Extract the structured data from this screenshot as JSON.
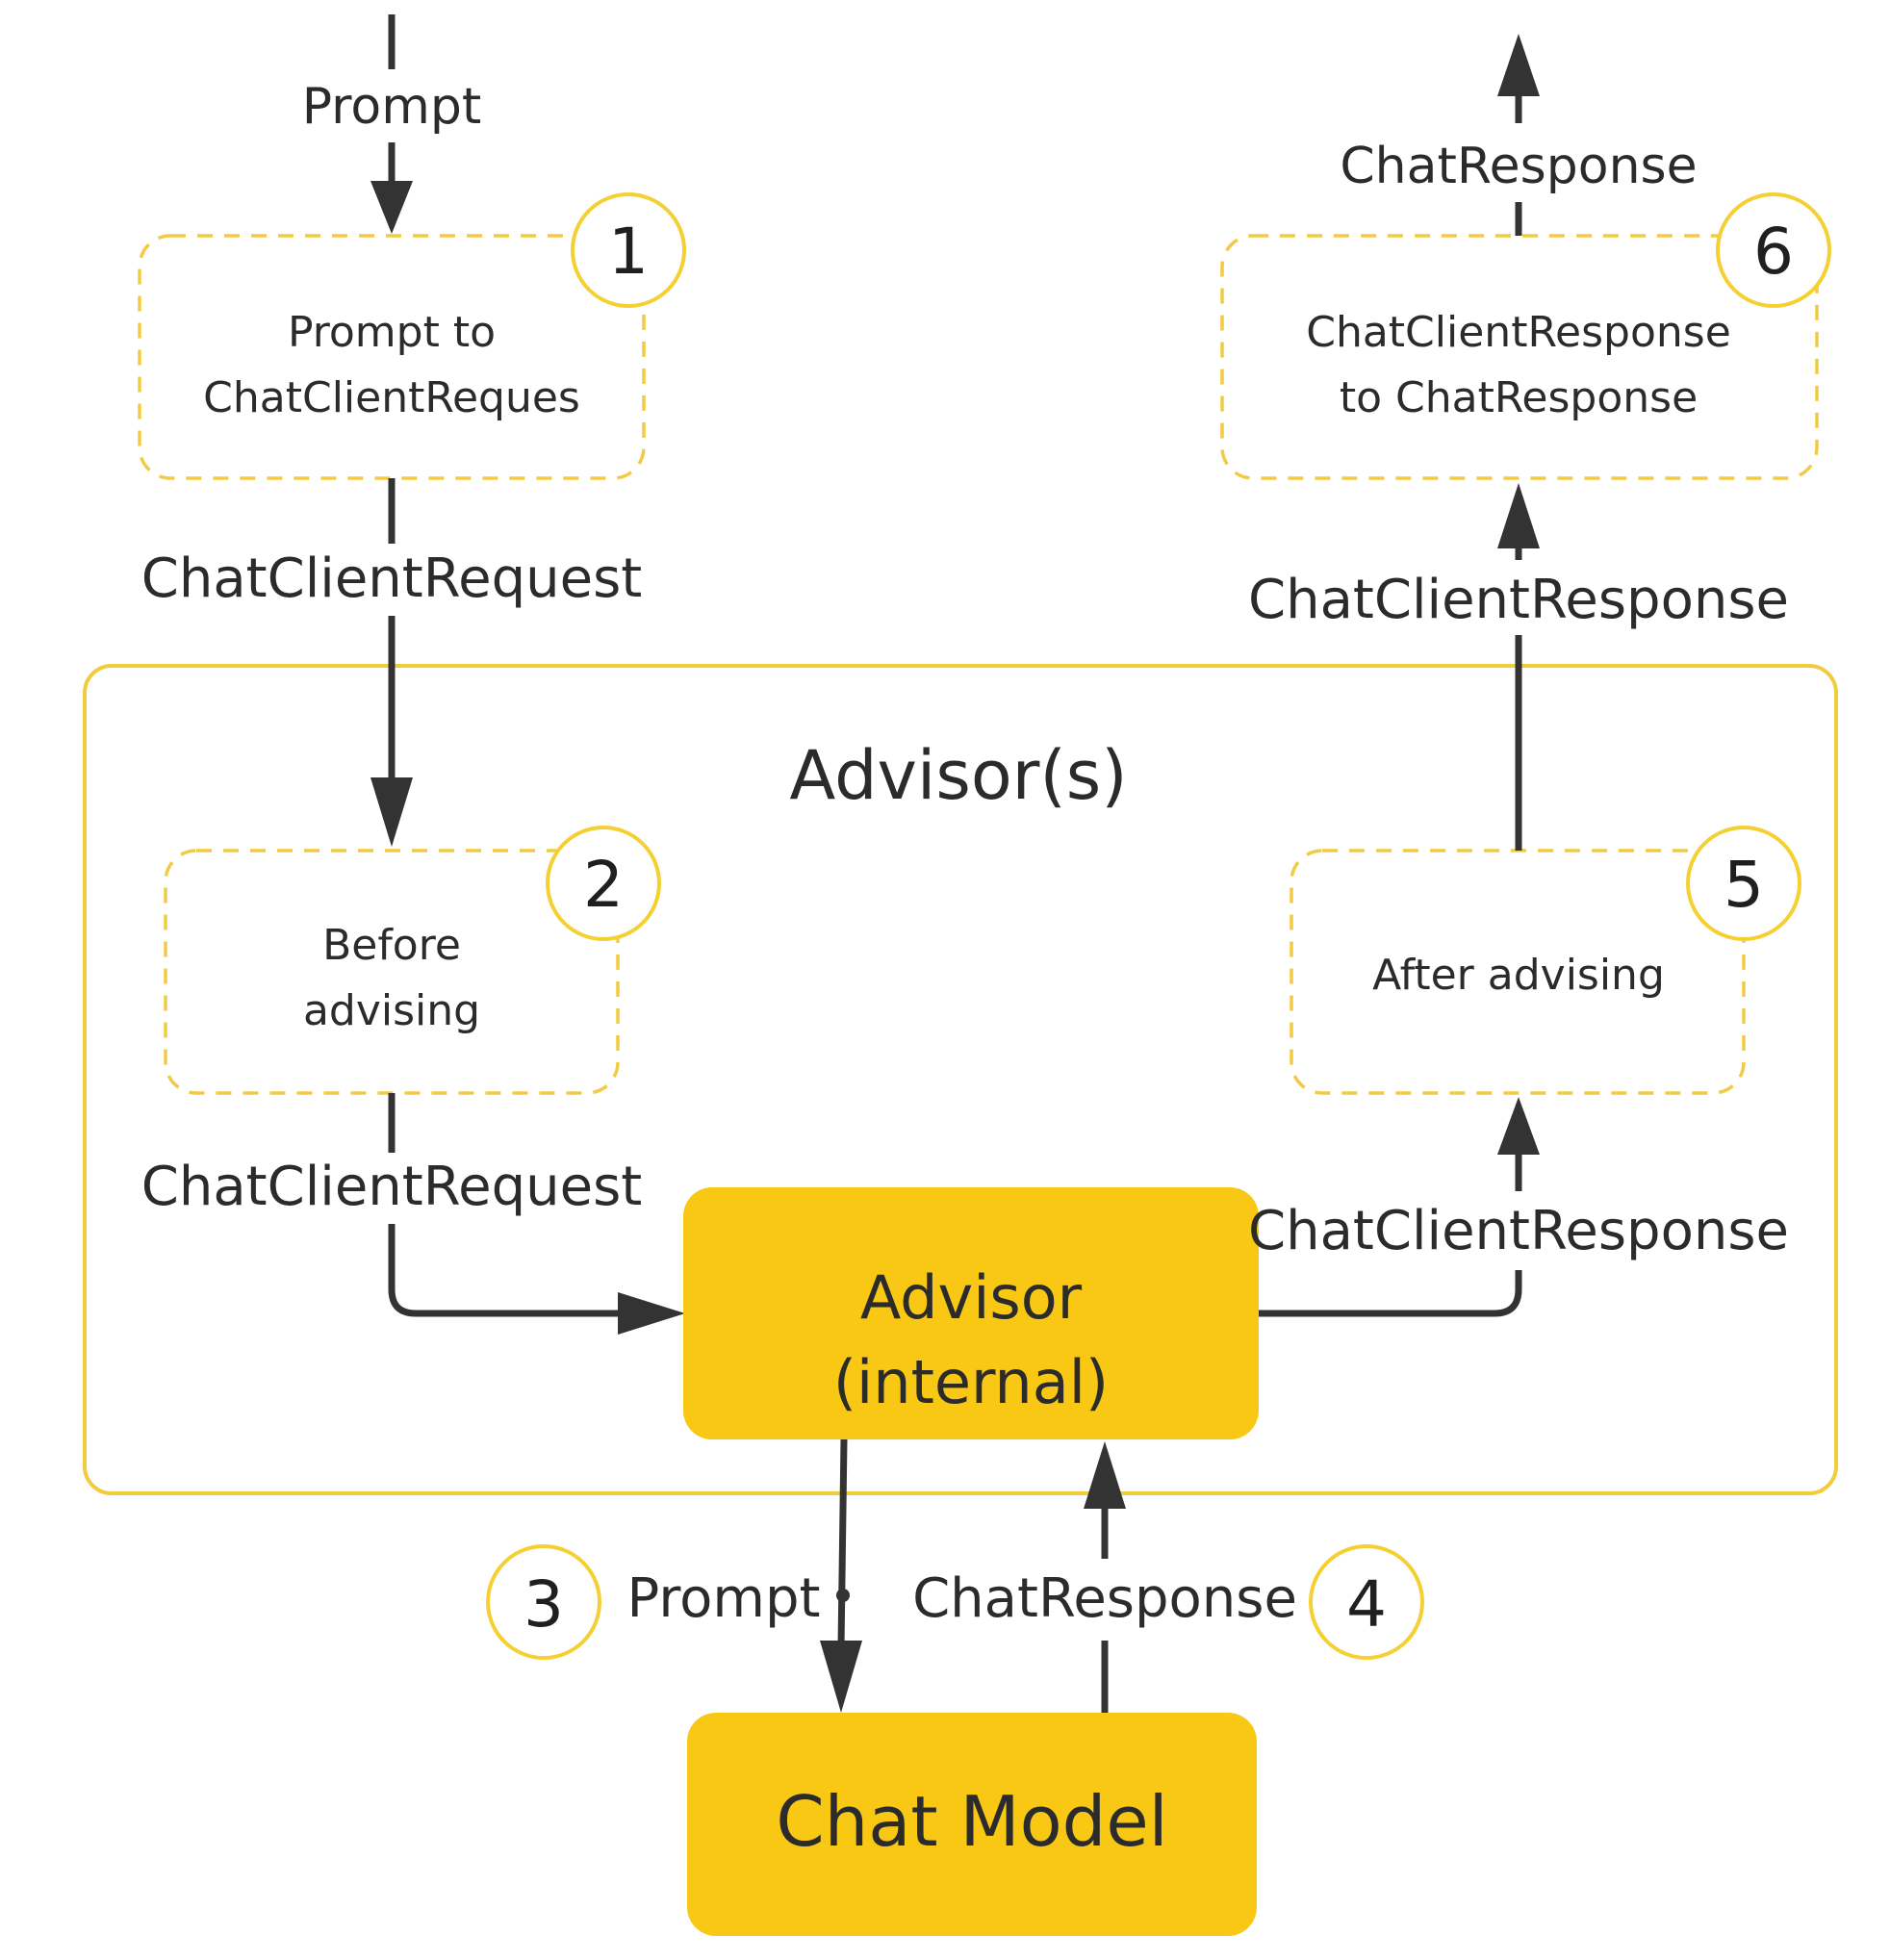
{
  "colors": {
    "accent": "#f8c814",
    "outline": "#f2cb44",
    "arrow": "#333333",
    "text": "#2b2b2b"
  },
  "flow": {
    "top_input": "Prompt",
    "top_output": "ChatResponse",
    "request_1": "ChatClientRequest",
    "request_2": "ChatClientRequest",
    "response_5": "ChatClientResponse",
    "response_internal": "ChatClientResponse",
    "prompt_to_model": "Prompt",
    "model_response": "ChatResponse"
  },
  "steps": {
    "s1": {
      "number": "1",
      "line1": "Prompt to",
      "line2": "ChatClientReques"
    },
    "s2": {
      "number": "2",
      "line1": "Before",
      "line2": "advising"
    },
    "s3": {
      "number": "3"
    },
    "s4": {
      "number": "4"
    },
    "s5": {
      "number": "5",
      "line1": "After advising"
    },
    "s6": {
      "number": "6",
      "line1": "ChatClientResponse",
      "line2": "to ChatResponse"
    }
  },
  "advisors": {
    "title": "Advisor(s)",
    "internal_line1": "Advisor",
    "internal_line2": "(internal)"
  },
  "model": {
    "label": "Chat Model"
  }
}
